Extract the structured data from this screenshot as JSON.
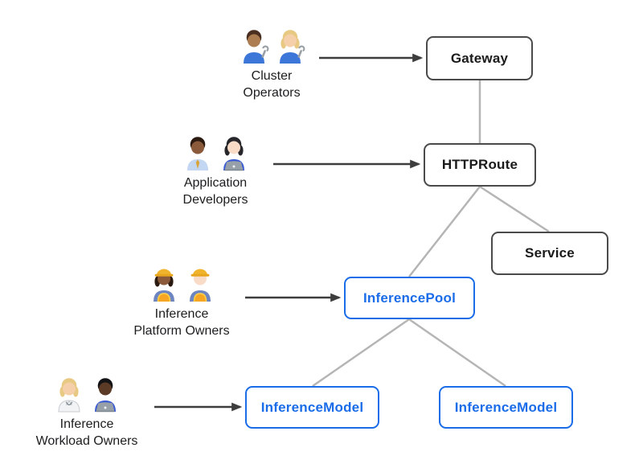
{
  "diagram": {
    "description": "Resource model diagram: personas pointing to Gateway API resources",
    "colors": {
      "box_border_dark": "#4a4a4a",
      "box_text_dark": "#1a1a1a",
      "box_border_blue": "#1a6ce8",
      "connector_gray": "#b5b5b5",
      "arrow_dark": "#3d3d3d",
      "label_text": "#1d1d1f",
      "background": "#ffffff"
    },
    "actors": [
      {
        "label": "Cluster\nOperators",
        "people": [
          {
            "icon": "man-mechanic",
            "skin": "#ad7d52",
            "hair": "#4a2f20",
            "shirt": "#3b76d8",
            "acc": "wrench"
          },
          {
            "icon": "woman-mechanic",
            "skin": "#f5cfa9",
            "hair": "#e7c983",
            "shirt": "#3b76d8",
            "acc": "wrench",
            "longHair": true
          }
        ]
      },
      {
        "label": "Application\nDevelopers",
        "people": [
          {
            "icon": "man-office-worker",
            "skin": "#8a5a3b",
            "hair": "#2a1a10",
            "shirt": "#c3d7f2",
            "acc": "tie"
          },
          {
            "icon": "woman-technologist",
            "skin": "#f8dcc8",
            "hair": "#27272b",
            "shirt": "#3b5bd3",
            "acc": "laptop",
            "longHair": true
          }
        ]
      },
      {
        "label": "Inference\nPlatform Owners",
        "people": [
          {
            "icon": "woman-construction-worker",
            "skin": "#8a5a3b",
            "hair": "#2a1a10",
            "shirt": "#6d85c0",
            "hat": "hardhat",
            "vest": true,
            "longHair": true
          },
          {
            "icon": "man-construction-worker",
            "skin": "#f8dcc8",
            "hair": "#b88a4a",
            "shirt": "#6d85c0",
            "hat": "hardhat",
            "vest": true
          }
        ]
      },
      {
        "label": "Inference\nWorkload Owners",
        "people": [
          {
            "icon": "health-worker",
            "skin": "#f5cfa9",
            "hair": "#e7c983",
            "coat": true,
            "longHair": true
          },
          {
            "icon": "man-technologist-dark",
            "skin": "#5b3a26",
            "hair": "#131316",
            "shirt": "#3b5bd3",
            "acc": "laptop"
          }
        ]
      }
    ],
    "nodes": {
      "gateway": {
        "label": "Gateway",
        "variant": "dark"
      },
      "httproute": {
        "label": "HTTPRoute",
        "variant": "dark"
      },
      "service": {
        "label": "Service",
        "variant": "dark"
      },
      "inferencepool": {
        "label": "InferencePool",
        "variant": "blue"
      },
      "inferencemodel_left": {
        "label": "InferenceModel",
        "variant": "blue"
      },
      "inferencemodel_right": {
        "label": "InferenceModel",
        "variant": "blue"
      }
    },
    "edges": [
      {
        "name": "gateway-to-httproute",
        "style": "plain-gray"
      },
      {
        "name": "httproute-to-service",
        "style": "plain-gray"
      },
      {
        "name": "httproute-to-inferencepool",
        "style": "plain-gray"
      },
      {
        "name": "inferencepool-to-inferencemodel-left",
        "style": "plain-gray"
      },
      {
        "name": "inferencepool-to-inferencemodel-right",
        "style": "plain-gray"
      },
      {
        "name": "cluster-operators-to-gateway",
        "style": "dark-arrow"
      },
      {
        "name": "application-developers-to-httproute",
        "style": "dark-arrow"
      },
      {
        "name": "inference-platform-owners-to-inferencepool",
        "style": "dark-arrow"
      },
      {
        "name": "inference-workload-owners-to-inferencemodel",
        "style": "dark-arrow"
      }
    ]
  }
}
